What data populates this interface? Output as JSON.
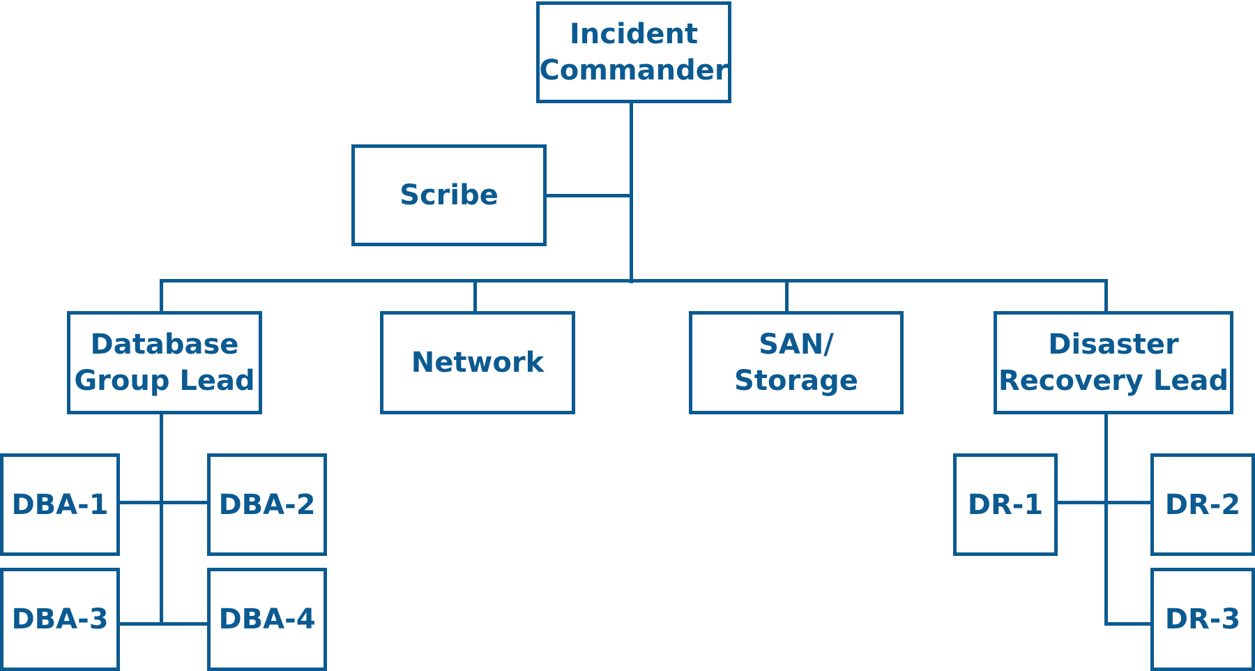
{
  "colors": {
    "stroke": "#0b5a91",
    "text": "#0b5a91",
    "background": "#ffffff"
  },
  "nodes": {
    "commander": "Incident\nCommander",
    "scribe": "Scribe",
    "db_lead": "Database\nGroup Lead",
    "network": "Network",
    "san": "SAN/ Storage",
    "dr_lead": "Disaster\nRecovery Lead",
    "dba1": "DBA-1",
    "dba2": "DBA-2",
    "dba3": "DBA-3",
    "dba4": "DBA-4",
    "dr1": "DR-1",
    "dr2": "DR-2",
    "dr3": "DR-3"
  }
}
